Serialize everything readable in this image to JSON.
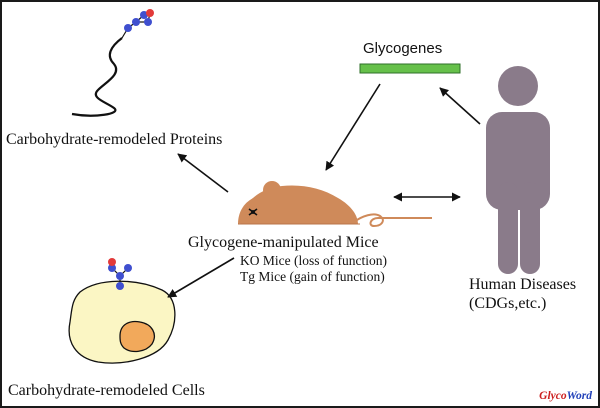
{
  "labels": {
    "proteins": "Carbohydrate-remodeled Proteins",
    "glycogenes": "Glycogenes",
    "mice": "Glycogene-manipulated Mice",
    "ko": "KO Mice (loss of function)",
    "tg": "Tg Mice (gain of function)",
    "diseases": "Human Diseases",
    "cdgs": "(CDGs,etc.)",
    "cells": "Carbohydrate-remodeled Cells"
  },
  "logo": {
    "part1": "Glyco",
    "part2": "Word"
  },
  "colors": {
    "gene_bar": "#66c04a",
    "human": "#8a7b8a",
    "mouse": "#cf8a5a",
    "cell_body": "#fbf6c4",
    "nucleus": "#f2a95b",
    "sugar_blue": "#3f4fcf",
    "sugar_red": "#e23a3a",
    "logo_red": "#cc1f1f",
    "logo_blue": "#1f3fb8"
  }
}
